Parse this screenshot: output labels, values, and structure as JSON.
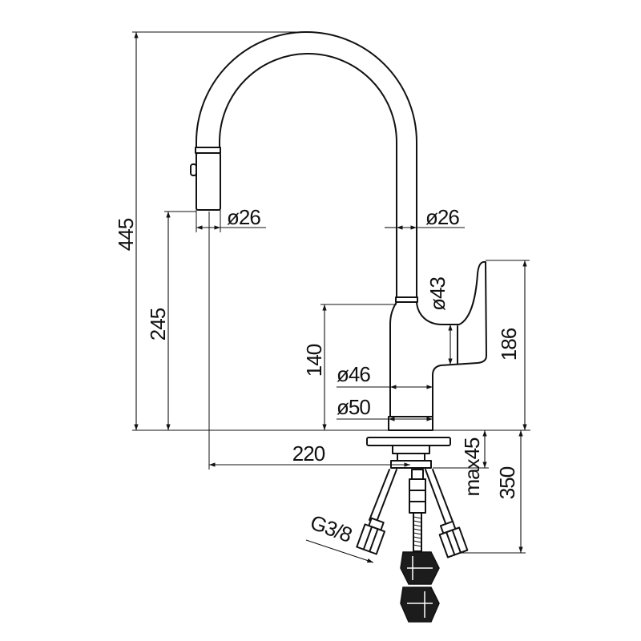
{
  "dims": {
    "overall_height": "445",
    "spray_head_height": "245",
    "body_height": "140",
    "spray_head_diameter": "ø26",
    "spout_diameter": "ø26",
    "lever_diameter": "ø43",
    "lever_height": "186",
    "body_diameter": "ø46",
    "base_diameter": "ø50",
    "reach": "220",
    "deck_thickness": "max45",
    "hose_length": "350",
    "connection_thread": "G3/8"
  }
}
